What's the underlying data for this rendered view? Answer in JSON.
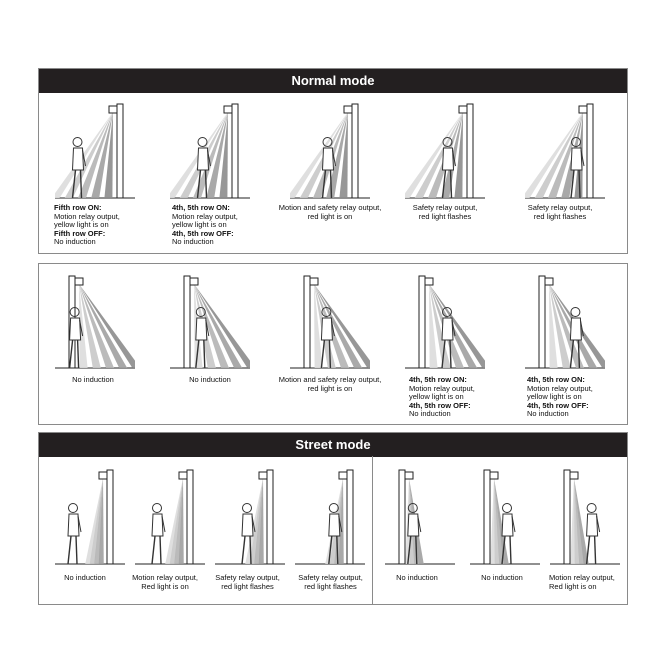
{
  "normal_mode": {
    "title": "Normal mode",
    "row1": [
      {
        "lines": [
          {
            "t": "Fifth row ON:",
            "b": true
          },
          {
            "t": "Motion relay output,"
          },
          {
            "t": "yellow light is on"
          },
          {
            "t": "Fifth row OFF:",
            "b": true
          },
          {
            "t": "No induction"
          }
        ]
      },
      {
        "lines": [
          {
            "t": "4th, 5th row ON:",
            "b": true
          },
          {
            "t": "Motion relay output,"
          },
          {
            "t": "yellow light is on"
          },
          {
            "t": "4th, 5th row OFF:",
            "b": true
          },
          {
            "t": "No induction"
          }
        ]
      },
      {
        "lines": [
          {
            "t": "Motion and safety relay output,"
          },
          {
            "t": "red light is on"
          }
        ]
      },
      {
        "lines": [
          {
            "t": "Safety relay output,"
          },
          {
            "t": "red light flashes"
          }
        ]
      },
      {
        "lines": [
          {
            "t": "Safety relay output,"
          },
          {
            "t": "red light flashes"
          }
        ]
      }
    ],
    "row2": [
      {
        "lines": [
          {
            "t": "No induction"
          }
        ]
      },
      {
        "lines": [
          {
            "t": "No induction"
          }
        ]
      },
      {
        "lines": [
          {
            "t": "Motion and safety relay output,"
          },
          {
            "t": "red light is on"
          }
        ]
      },
      {
        "lines": [
          {
            "t": "4th, 5th row ON:",
            "b": true
          },
          {
            "t": "Motion relay output,"
          },
          {
            "t": "yellow light is on"
          },
          {
            "t": "4th, 5th row OFF:",
            "b": true
          },
          {
            "t": "No induction"
          }
        ]
      },
      {
        "lines": [
          {
            "t": "4th, 5th row ON:",
            "b": true
          },
          {
            "t": "Motion relay output,"
          },
          {
            "t": "yellow light is on"
          },
          {
            "t": "4th, 5th row OFF:",
            "b": true
          },
          {
            "t": "No induction"
          }
        ]
      }
    ]
  },
  "street_mode": {
    "title": "Street mode",
    "left": [
      {
        "lines": [
          {
            "t": "No induction"
          }
        ]
      },
      {
        "lines": [
          {
            "t": "Motion relay output,"
          },
          {
            "t": "Red light is on"
          }
        ]
      },
      {
        "lines": [
          {
            "t": "Safety relay output,"
          },
          {
            "t": "red light flashes"
          }
        ]
      },
      {
        "lines": [
          {
            "t": "Safety relay output,"
          },
          {
            "t": "red light flashes"
          }
        ]
      }
    ],
    "right": [
      {
        "lines": [
          {
            "t": "No induction"
          }
        ]
      },
      {
        "lines": [
          {
            "t": "No induction"
          }
        ]
      },
      {
        "lines": [
          {
            "t": "Motion relay output,"
          },
          {
            "t": "Red light is on"
          }
        ]
      }
    ]
  }
}
